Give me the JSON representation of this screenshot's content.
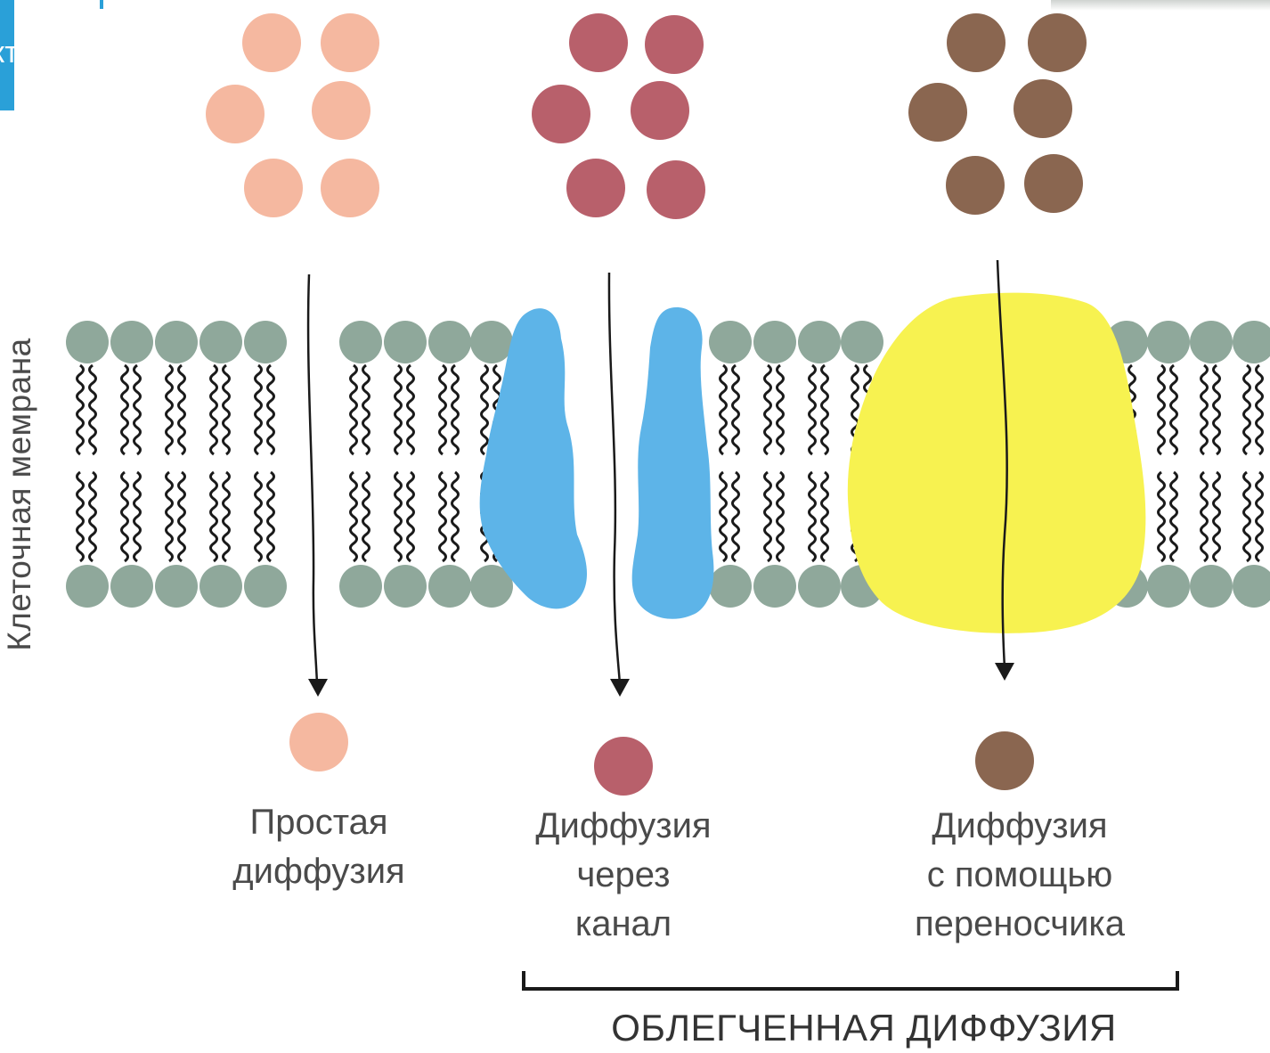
{
  "membrane_label": "Клеточная мемрана",
  "corner_tab_text": "кт",
  "captions": {
    "simple": [
      "Простая",
      "диффузия"
    ],
    "channel": [
      "Диффузия",
      "через",
      "канал"
    ],
    "carrier": [
      "Диффузия",
      "с помощью",
      "переносчика"
    ]
  },
  "bracket_label": "ОБЛЕГЧЕННАЯ ДИФФУЗИЯ",
  "colors": {
    "simple_molecule": "#f5b8a0",
    "channel_molecule": "#b8606b",
    "carrier_molecule": "#8a6650",
    "lipid_head": "#8fa89b",
    "channel_protein": "#5db4e8",
    "carrier_protein": "#f7f250",
    "tail": "#1a1a1a",
    "text": "#4a4a4a",
    "accent": "#2aa0d8"
  }
}
